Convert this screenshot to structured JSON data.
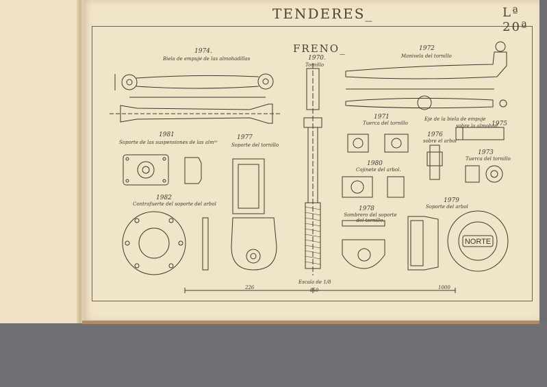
{
  "header": {
    "title": "TENDERES_",
    "plate": "Lª 20ª"
  },
  "section_title": "FRENO_",
  "parts": [
    {
      "number": "1974.",
      "caption": "Biela de empuje de las almohadillas"
    },
    {
      "number": "1970.",
      "caption": "Tornillo"
    },
    {
      "number": "1972",
      "caption": "Manivela del tornillo"
    },
    {
      "number": "1971",
      "caption": "Tuerca del tornillo"
    },
    {
      "caption": "Eje de la biela de empuje"
    },
    {
      "number": "1975",
      "caption": "sobre la almohad."
    },
    {
      "number": "1976",
      "caption": "sobre el arbol"
    },
    {
      "number": "1973",
      "caption": "Tuerca del tornillo"
    },
    {
      "number": "1981",
      "caption": "Soporte de las suspensiones de las almᵃˢ"
    },
    {
      "number": "1977",
      "caption": "Soporte del tornillo"
    },
    {
      "number": "1980",
      "caption": "Cojinete del arbol."
    },
    {
      "number": "1982",
      "caption": "Contrafuerte del soporte del arbol"
    },
    {
      "number": "1978",
      "caption": "Sombrero del soporte del tornillo."
    },
    {
      "number": "1979",
      "caption": "Soporte del arbol"
    }
  ],
  "plate_text": "NORTE",
  "scale_label": "Escala de 1/8",
  "scale_ticks": [
    "226",
    "450",
    "1000"
  ]
}
